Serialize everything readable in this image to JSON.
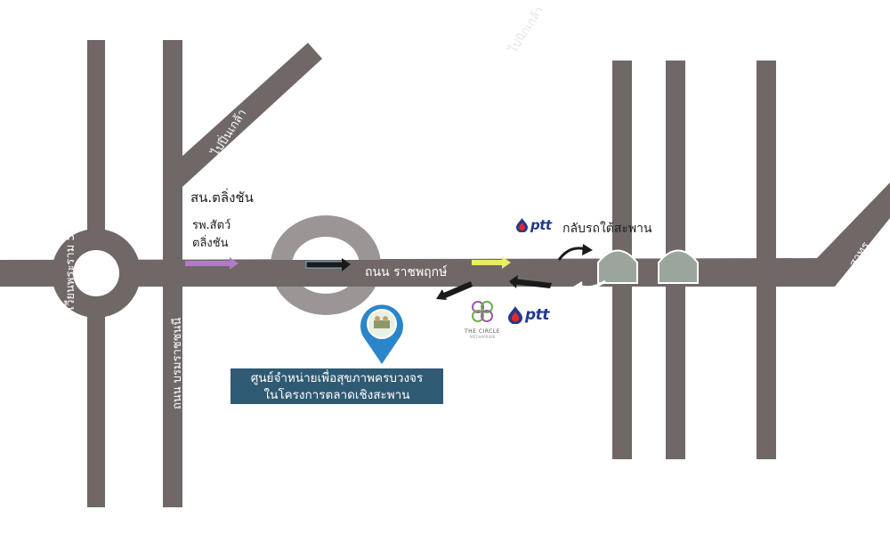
{
  "colors": {
    "road": "#6f6866",
    "tunnel": "#9aa59b",
    "label_box": "#2f5a73",
    "ptt_blue": "#233a8a",
    "ptt_red": "#e3262e",
    "pin_blue": "#2a86c9"
  },
  "roads": {
    "main_road": "ถนน ราชพฤกษ์",
    "bypass_road": "ถนน บรมราชชนนี",
    "top_road": "ไปปิ่นเกล้า",
    "right_road": "สาทร",
    "roundabout": "วงเวียนพระราม 5"
  },
  "places": {
    "bus_terminal": "สน.ตลิ่งชัน",
    "vet_hospital_line1": "รพ.สัตว์",
    "vet_hospital_line2": "ตลิ่งชัน",
    "u_turn": "กลับรถใต้สะพาน",
    "ptt_logo_1": "ptt",
    "ptt_logo_2": "ptt",
    "the_circle": "THE CIRCLE",
    "the_circle_sub": "RATCHAPRUEK",
    "center_line1": "ศูนย์จำหน่ายเพื่อสุขภาพครบวงจร",
    "center_line2": "ในโครงการตลาดเชิงสะพาน",
    "pin_icon": "location-pin-icon"
  },
  "watermark": "ไปนิกเกล้า"
}
